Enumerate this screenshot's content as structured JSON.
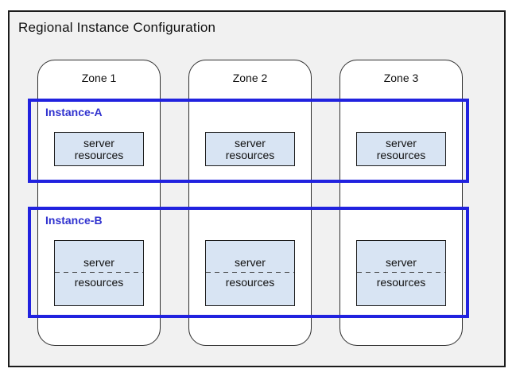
{
  "diagram": {
    "title": "Regional Instance Configuration",
    "zones": [
      {
        "label": "Zone 1"
      },
      {
        "label": "Zone 2"
      },
      {
        "label": "Zone 3"
      }
    ],
    "instances": [
      {
        "label": "Instance-A"
      },
      {
        "label": "Instance-B"
      }
    ],
    "server_box": {
      "line1": "server",
      "line2": "resources"
    },
    "colors": {
      "instance_border": "#2122df",
      "instance_label": "#3032cf",
      "server_fill": "#d8e4f3",
      "region_fill": "#f1f1f1"
    }
  }
}
